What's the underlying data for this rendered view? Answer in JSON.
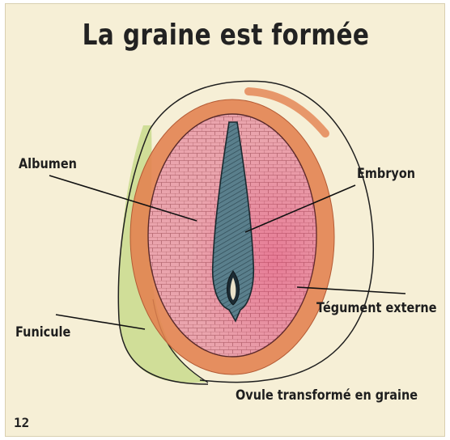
{
  "title": "La graine est formée",
  "labels": {
    "albumen": "Albumen",
    "embryon": "Embryon",
    "tegument": "Tégument externe",
    "funicule": "Funicule",
    "caption": "Ovule transformé en graine"
  },
  "page_number": "12",
  "colors": {
    "paper": "#f6efd6",
    "albumen_pink": "#e8a0a8",
    "tegument_orange": "#e07a4a",
    "funicule_green": "#c7d98a",
    "embryo_blue": "#4d6e7c"
  }
}
